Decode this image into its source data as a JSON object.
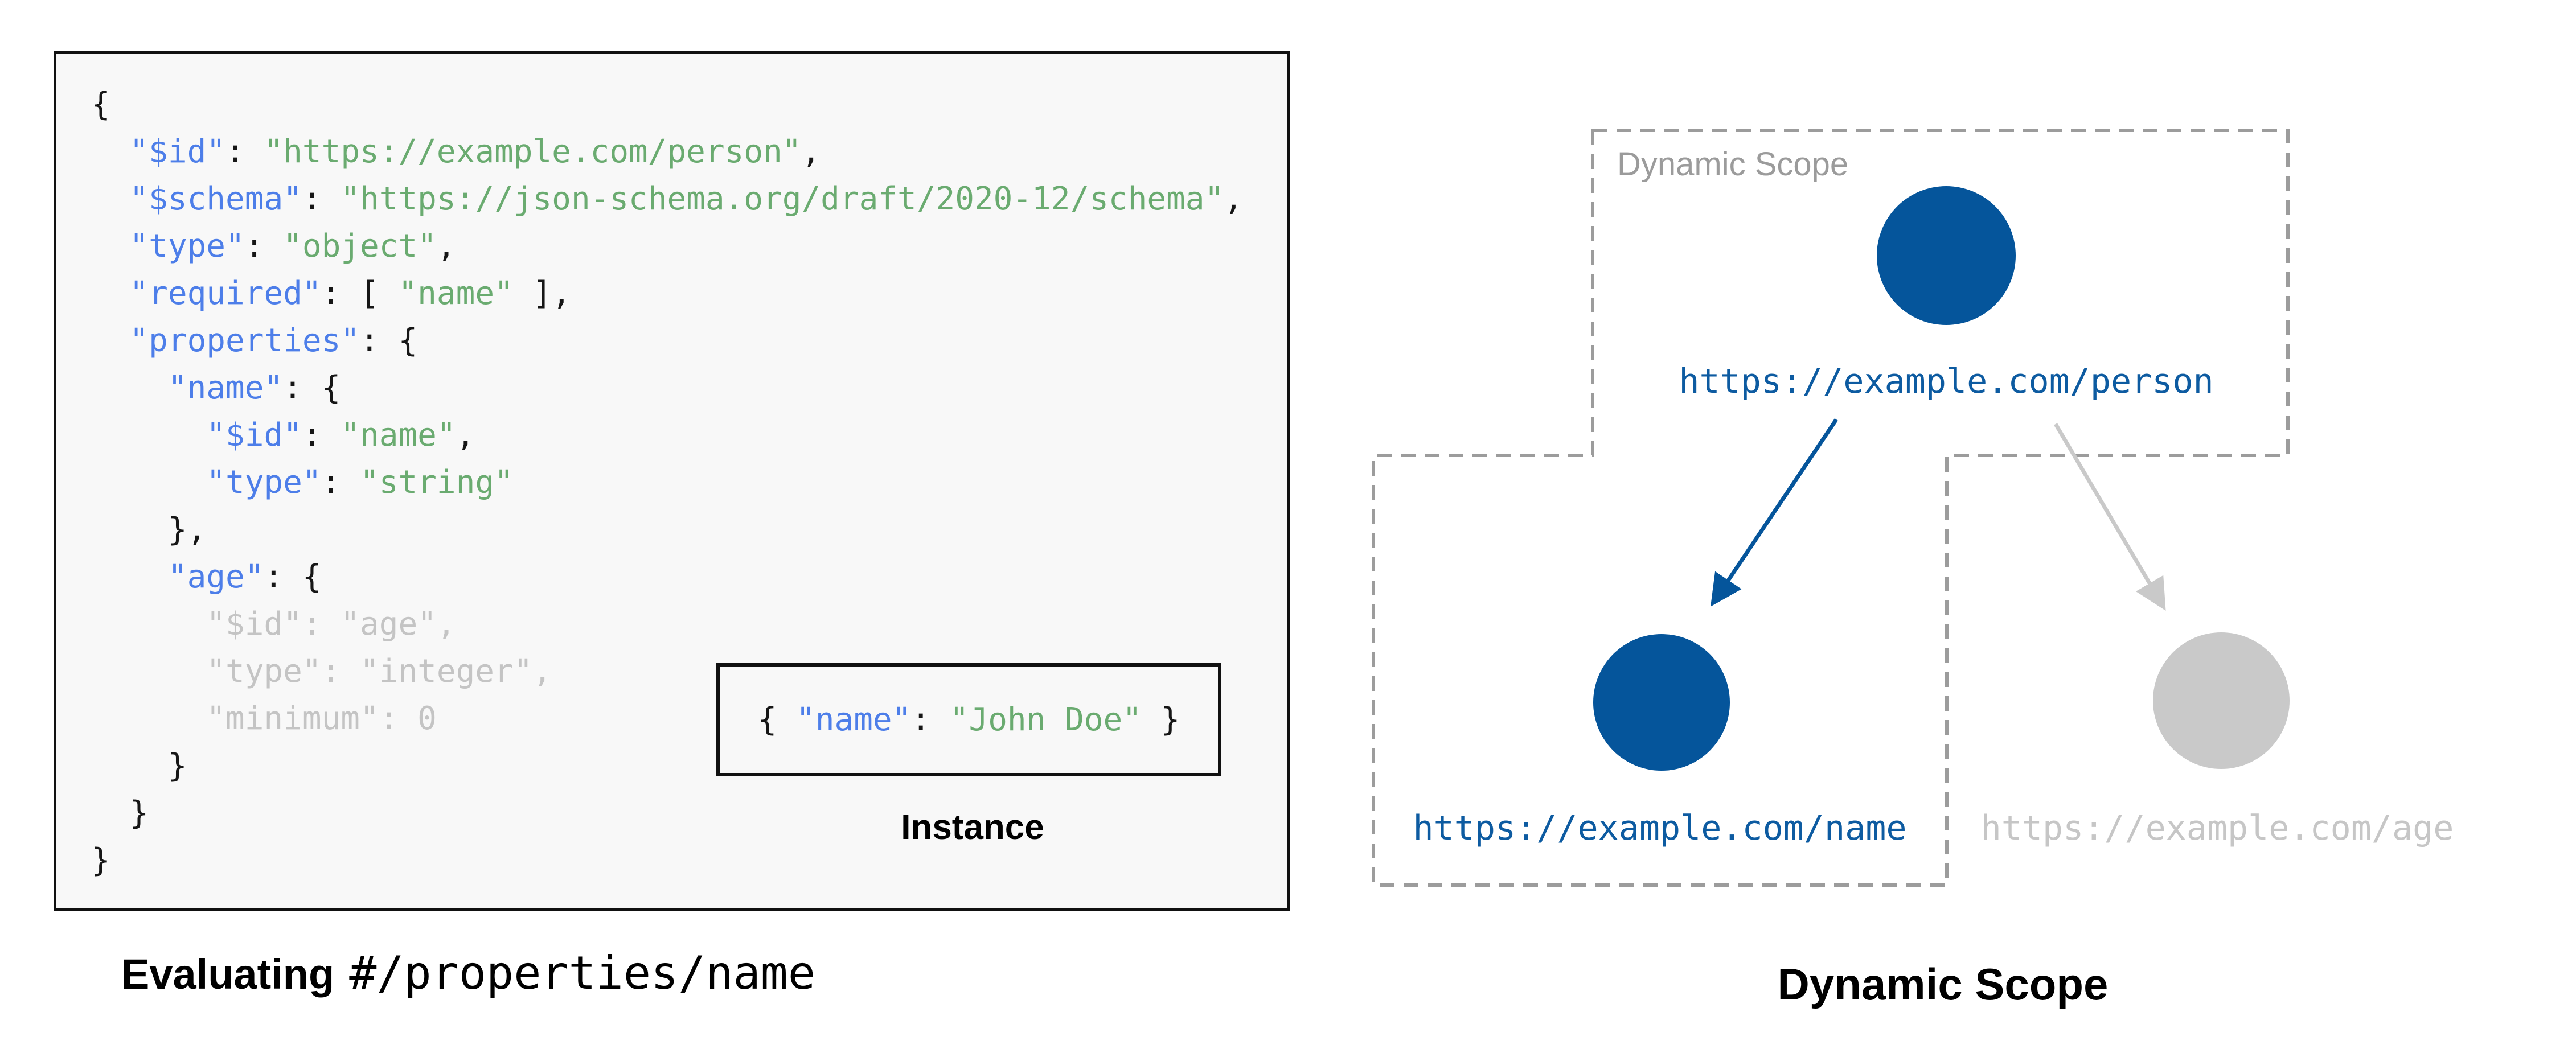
{
  "colors": {
    "key_blue": "#4d7ee9",
    "string_green": "#6aab70",
    "punct_black": "#161616",
    "faded_gray": "#c4c4c4",
    "node_blue": "#05559b",
    "node_gray": "#c9c9c9",
    "url_blue": "#0d5ba1",
    "url_gray": "#c6c6c6",
    "dash_gray": "#9c9c9c",
    "scope_label_gray": "#9b9b9b",
    "code_bg": "#f8f8f8",
    "border_black": "#111111"
  },
  "schema_panel": {
    "code_lines": [
      {
        "tokens": [
          {
            "c": "p",
            "t": "{"
          }
        ]
      },
      {
        "tokens": [
          {
            "c": "p",
            "t": "  "
          },
          {
            "c": "k",
            "t": "\"$id\""
          },
          {
            "c": "p",
            "t": ": "
          },
          {
            "c": "s",
            "t": "\"https://example.com/person\""
          },
          {
            "c": "p",
            "t": ","
          }
        ]
      },
      {
        "tokens": [
          {
            "c": "p",
            "t": "  "
          },
          {
            "c": "k",
            "t": "\"$schema\""
          },
          {
            "c": "p",
            "t": ": "
          },
          {
            "c": "s",
            "t": "\"https://json-schema.org/draft/2020-12/schema\""
          },
          {
            "c": "p",
            "t": ","
          }
        ]
      },
      {
        "tokens": [
          {
            "c": "p",
            "t": "  "
          },
          {
            "c": "k",
            "t": "\"type\""
          },
          {
            "c": "p",
            "t": ": "
          },
          {
            "c": "s",
            "t": "\"object\""
          },
          {
            "c": "p",
            "t": ","
          }
        ]
      },
      {
        "tokens": [
          {
            "c": "p",
            "t": "  "
          },
          {
            "c": "k",
            "t": "\"required\""
          },
          {
            "c": "p",
            "t": ": [ "
          },
          {
            "c": "s",
            "t": "\"name\""
          },
          {
            "c": "p",
            "t": " ],"
          }
        ]
      },
      {
        "tokens": [
          {
            "c": "p",
            "t": "  "
          },
          {
            "c": "k",
            "t": "\"properties\""
          },
          {
            "c": "p",
            "t": ": {"
          }
        ]
      },
      {
        "tokens": [
          {
            "c": "p",
            "t": "    "
          },
          {
            "c": "k",
            "t": "\"name\""
          },
          {
            "c": "p",
            "t": ": {"
          }
        ]
      },
      {
        "tokens": [
          {
            "c": "p",
            "t": "      "
          },
          {
            "c": "k",
            "t": "\"$id\""
          },
          {
            "c": "p",
            "t": ": "
          },
          {
            "c": "s",
            "t": "\"name\""
          },
          {
            "c": "p",
            "t": ","
          }
        ]
      },
      {
        "tokens": [
          {
            "c": "p",
            "t": "      "
          },
          {
            "c": "k",
            "t": "\"type\""
          },
          {
            "c": "p",
            "t": ": "
          },
          {
            "c": "s",
            "t": "\"string\""
          }
        ]
      },
      {
        "tokens": [
          {
            "c": "p",
            "t": "    },"
          }
        ]
      },
      {
        "tokens": [
          {
            "c": "p",
            "t": "    "
          },
          {
            "c": "k",
            "t": "\"age\""
          },
          {
            "c": "p",
            "t": ": {"
          }
        ]
      },
      {
        "tokens": [
          {
            "c": "f",
            "t": "      \"$id\": \"age\","
          }
        ]
      },
      {
        "tokens": [
          {
            "c": "f",
            "t": "      \"type\": \"integer\","
          }
        ]
      },
      {
        "tokens": [
          {
            "c": "f",
            "t": "      \"minimum\": 0"
          }
        ]
      },
      {
        "tokens": [
          {
            "c": "p",
            "t": "    }"
          }
        ]
      },
      {
        "tokens": [
          {
            "c": "p",
            "t": "  }"
          }
        ]
      },
      {
        "tokens": [
          {
            "c": "p",
            "t": "}"
          }
        ]
      }
    ],
    "instance": {
      "tokens": [
        {
          "c": "p",
          "t": "{ "
        },
        {
          "c": "k",
          "t": "\"name\""
        },
        {
          "c": "p",
          "t": ": "
        },
        {
          "c": "s",
          "t": "\"John Doe\""
        },
        {
          "c": "p",
          "t": " }"
        }
      ],
      "label": "Instance"
    },
    "caption": {
      "bold": "Evaluating",
      "path": "#/properties/name"
    }
  },
  "diagram": {
    "scope_label": "Dynamic Scope",
    "caption": "Dynamic Scope",
    "nodes": [
      {
        "id": "person",
        "url": "https://example.com/person",
        "state": "active"
      },
      {
        "id": "name",
        "url": "https://example.com/name",
        "state": "active"
      },
      {
        "id": "age",
        "url": "https://example.com/age",
        "state": "inactive"
      }
    ]
  }
}
